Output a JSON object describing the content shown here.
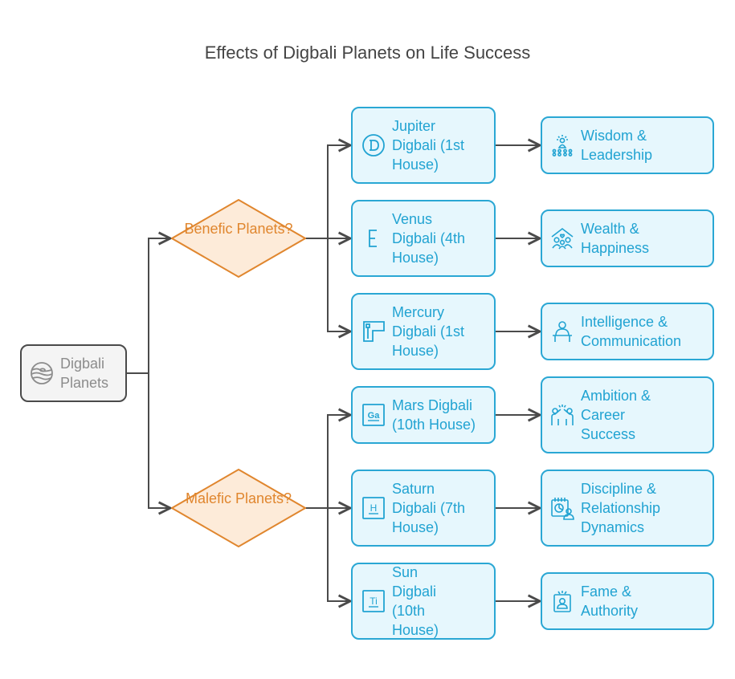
{
  "title": "Effects of Digbali Planets on Life Success",
  "colors": {
    "edge": "#4a4a4a",
    "root_fill": "#f4f4f4",
    "root_border": "#4a4a4a",
    "root_text": "#8c8c8c",
    "decision_fill": "#fdebd9",
    "decision_border": "#e0862e",
    "decision_text": "#e0862e",
    "box_fill": "#e6f7fd",
    "box_border": "#2aa7d4",
    "box_text": "#21a3d2"
  },
  "root": {
    "label": "Digbali Planets",
    "icon": "planet-icon"
  },
  "decisions": [
    {
      "label": "Benefic Planets?"
    },
    {
      "label": "Malefic Planets?"
    }
  ],
  "planets": [
    {
      "label": "Jupiter Digbali (1st House)",
      "icon": "jupiter-d-icon",
      "group": "Benefic Planets?"
    },
    {
      "label": "Venus Digbali (4th House)",
      "icon": "venus-e-icon",
      "group": "Benefic Planets?"
    },
    {
      "label": "Mercury Digbali (1st House)",
      "icon": "mercury-f-icon",
      "group": "Benefic Planets?"
    },
    {
      "label": "Mars Digbali (10th House)",
      "icon": "mars-ga-icon",
      "group": "Malefic Planets?"
    },
    {
      "label": "Saturn Digbali (7th House)",
      "icon": "saturn-h-icon",
      "group": "Malefic Planets?"
    },
    {
      "label": "Sun Digbali (10th House)",
      "icon": "sun-ti-icon",
      "group": "Malefic Planets?"
    }
  ],
  "effects": [
    {
      "label": "Wisdom & Leadership",
      "icon": "leader-audience-icon"
    },
    {
      "label": "Wealth & Happiness",
      "icon": "family-home-icon"
    },
    {
      "label": "Intelligence & Communication",
      "icon": "speaker-podium-icon"
    },
    {
      "label": "Ambition & Career Success",
      "icon": "high-five-icon"
    },
    {
      "label": "Discipline & Relationship Dynamics",
      "icon": "calendar-person-icon"
    },
    {
      "label": "Fame & Authority",
      "icon": "spotlight-person-icon"
    }
  ]
}
